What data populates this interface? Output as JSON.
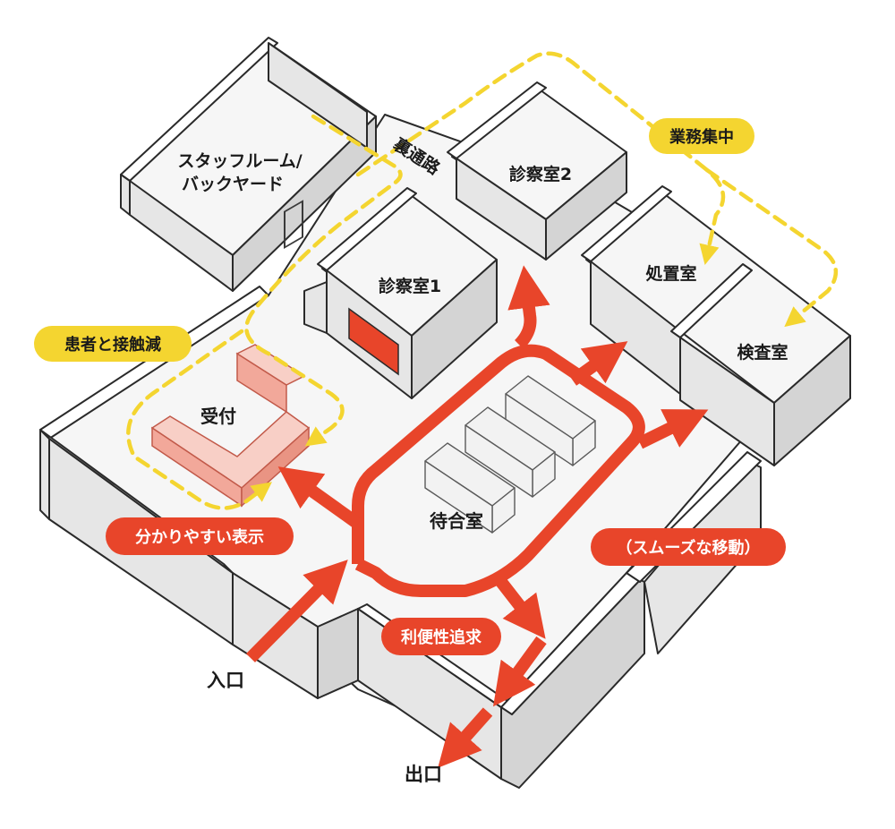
{
  "labels": {
    "staff_room": [
      "スタッフルーム/",
      "バックヤード"
    ],
    "back_passage": "裏通路",
    "exam_room_1": "診察室1",
    "exam_room_2": "診察室2",
    "treatment_room": "処置室",
    "test_room": "検査室",
    "reception": "受付",
    "waiting_room": "待合室",
    "entrance": "入口",
    "exit": "出口"
  },
  "callouts": {
    "work_focus": "業務集中",
    "less_patient_contact": "患者と接触減",
    "clear_signage": "分かりやすい表示",
    "smooth_movement": "（スムーズな移動）",
    "convenience": "利便性追求"
  },
  "colors": {
    "route_red": "#e8452a",
    "staff_dash_yellow": "#f4d530",
    "reception_pink": "#f2a89a",
    "exam_accent": "#e8452a"
  }
}
